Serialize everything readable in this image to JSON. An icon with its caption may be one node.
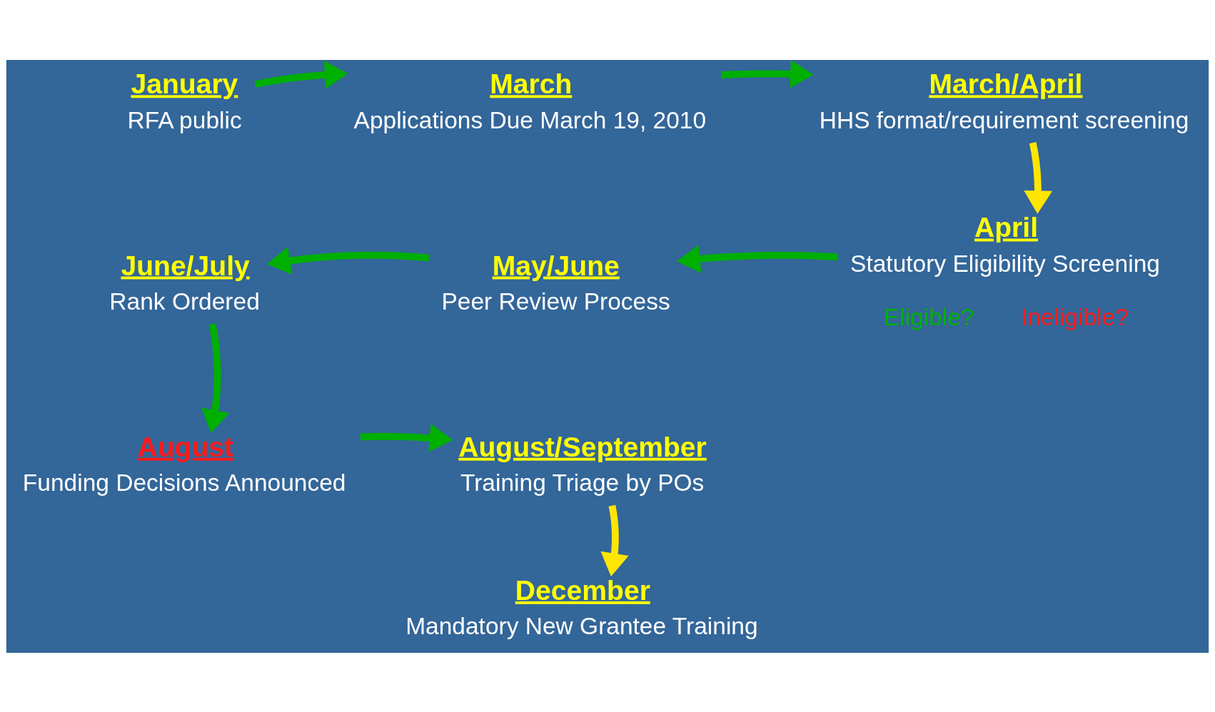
{
  "diagram": {
    "nodes": [
      {
        "text": [
          "January",
          "RFA public"
        ]
      },
      {
        "text": [
          "March",
          "Applications Due March 19, 2010"
        ]
      },
      {
        "text": [
          "March/April",
          "HHS format/requirement screening"
        ]
      },
      {
        "text": [
          "April",
          "Statutory Eligibility Screening"
        ],
        "beside": [
          "Eligible?",
          "Ineligible?"
        ]
      },
      {
        "text": [
          "May/June",
          "Peer Review Process"
        ]
      },
      {
        "text": [
          "June/July",
          "Rank Ordered"
        ]
      },
      {
        "text": [
          "August",
          "Funding Decisions Announced"
        ]
      },
      {
        "text": [
          "August/September",
          "Training Triage by POs"
        ]
      },
      {
        "text": [
          "December",
          "Mandatory New Grantee Training"
        ]
      }
    ],
    "edges": [
      {
        "from": 0,
        "to": 1,
        "arrow": "to"
      },
      {
        "from": 1,
        "to": 2,
        "arrow": "to"
      },
      {
        "from": 2,
        "to": 3,
        "arrow": "to",
        "color": "#ffe600"
      },
      {
        "from": 3,
        "to": 4,
        "arrow": "to"
      },
      {
        "from": 4,
        "to": 5,
        "arrow": "to"
      },
      {
        "from": 5,
        "to": 6,
        "arrow": "to"
      },
      {
        "from": 6,
        "to": 7,
        "arrow": "to"
      },
      {
        "from": 7,
        "to": 8,
        "arrow": "to",
        "color": "#ffe600"
      }
    ]
  }
}
